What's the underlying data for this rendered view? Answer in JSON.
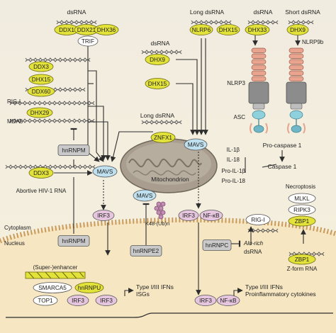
{
  "labels": {
    "dsrna_top_left": "dsRNA",
    "long_dsrna_top": "Long dsRNA",
    "dsrna_top_right": "dsRNA",
    "short_dsrna": "Short dsRNA",
    "dsrna_dhx9": "dsRNA",
    "nlrp9b": "NLRP9b",
    "nlrp3": "NLRP3",
    "asc": "ASC",
    "long_dsrna_znfx1": "Long dsRNA",
    "mitochondrion": "Mitochondrion",
    "abortive_hiv": "Abortive HIV-1 RNA",
    "rig_i_left": "RIG-I",
    "mda5_left": "MDA5",
    "il1b": "IL-1β",
    "il18": "IL-18",
    "pro_il1b": "Pro-IL-1β",
    "pro_il18": "Pro-IL-18",
    "pro_caspase": "Pro-caspase 1",
    "caspase": "Caspase 1",
    "necroptosis": "Necroptosis",
    "k48": "K48-(Ub)n",
    "cytoplasm": "Cytoplasm",
    "nucleus": "Nucleus",
    "super_enhancer": "(Super-)enhancer",
    "alu_rich_1": "Alu-rich",
    "alu_rich_2": "dsRNA",
    "zform": "Z-form RNA",
    "ifn_isg_1": "Type I/III IFNs",
    "ifn_isg_2": "ISGs",
    "ifn_pro_1": "Type I/III IFNs",
    "ifn_pro_2": "Proinflammatory cytokines"
  },
  "proteins": {
    "ddx1": "DDX1",
    "ddx21": "DDX21",
    "dhx36": "DHX36",
    "trif": "TRIF",
    "nlrp6": "NLRP6",
    "dhx15_top": "DHX15",
    "dhx33": "DHX33",
    "dhx9_short": "DHX9",
    "dhx9": "DHX9",
    "dhx15_mid": "DHX15",
    "ddx3_top": "DDX3",
    "dhx15_left": "DHX15",
    "ddx60": "DDX60",
    "dhx29": "DHX29",
    "hnrnpm_cyto": "hnRNPM",
    "ddx3_hiv": "DDX3",
    "znfx1": "ZNFX1",
    "mavs_left": "MAVS",
    "mavs_right": "MAVS",
    "mavs_mito": "MAVS",
    "irf3_left": "IRF3",
    "irf3_right": "IRF3",
    "nfkb_right": "NF-κB",
    "hnrnpe2": "hnRNPE2",
    "rig_i_right": "RIG-I",
    "mlkl": "MLKL",
    "ripk3": "RIPK3",
    "zbp1_cyto": "ZBP1",
    "hnrnpm_nuc": "hnRNPM",
    "smarca5": "SMARCA5",
    "hnrnpu": "hnRNPU",
    "top1": "TOP1",
    "irf3_nuc1": "IRF3",
    "irf3_nuc2": "IRF3",
    "irf3_nuc3": "IRF3",
    "nfkb_nuc": "NF-κB",
    "hnrnpc": "hnRNPC",
    "zbp1_nuc": "ZBP1"
  },
  "colors": {
    "helicase_yellow": "#e2e23a",
    "helicase_stroke": "#6b6b10",
    "mavs_blue": "#bfe0ee",
    "irf_pink": "#e6c6de",
    "hnrnp_gray": "#c9c9c9",
    "white_protein": "#ffffff",
    "cytoplasm_bg": "#f3eedd",
    "nucleus_bg": "#f6e9c8",
    "membrane": "#c79b5f",
    "mito_fill": "#a2988a",
    "arrow": "#2d2d2d",
    "nlrp3_salmon": "#e8a48f",
    "nlrp3_gray": "#8c8c8c",
    "asc_blue": "#8fd0dd"
  }
}
